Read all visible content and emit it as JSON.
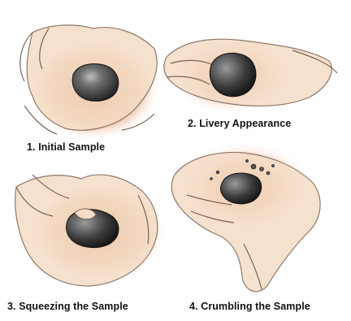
{
  "panels": [
    {
      "step": 1,
      "caption": "1. Initial Sample"
    },
    {
      "step": 2,
      "caption": "2. Livery Appearance"
    },
    {
      "step": 3,
      "caption": "3. Squeezing the Sample"
    },
    {
      "step": 4,
      "caption": "4. Crumbling the Sample"
    }
  ],
  "colors": {
    "skin": "#f4ddc6",
    "skin_outline": "#8a6a55",
    "glow_inner": "#c9794e",
    "glow_mid": "#e7a98a",
    "glow_outer": "#f3d4c4",
    "rock_dark": "#2b2b2b",
    "rock_light": "#9b9b9b"
  }
}
